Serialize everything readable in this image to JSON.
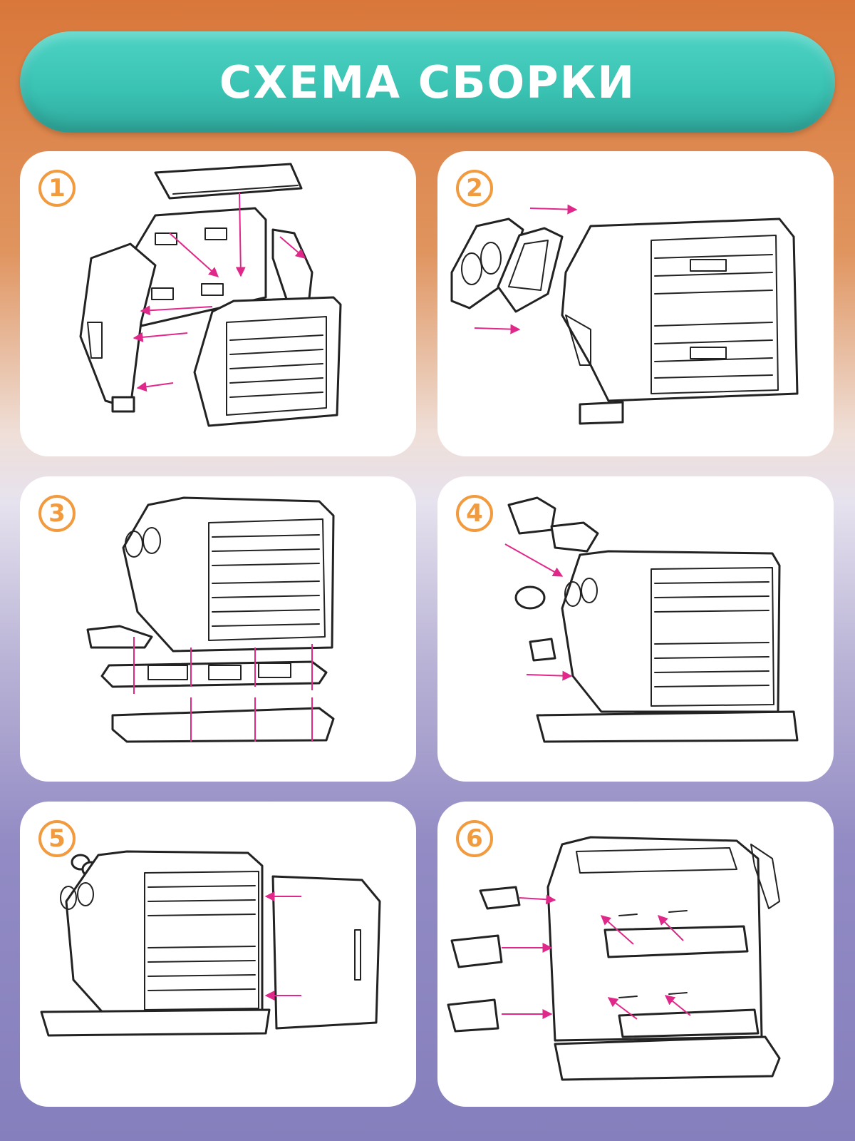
{
  "header": {
    "title": "СХЕМА СБОРКИ"
  },
  "colors": {
    "accent_teal": "#3cc4b5",
    "step_orange": "#f19a3e",
    "arrow_pink": "#e0288a"
  },
  "steps": [
    {
      "number": "1"
    },
    {
      "number": "2"
    },
    {
      "number": "3"
    },
    {
      "number": "4"
    },
    {
      "number": "5"
    },
    {
      "number": "6"
    }
  ]
}
